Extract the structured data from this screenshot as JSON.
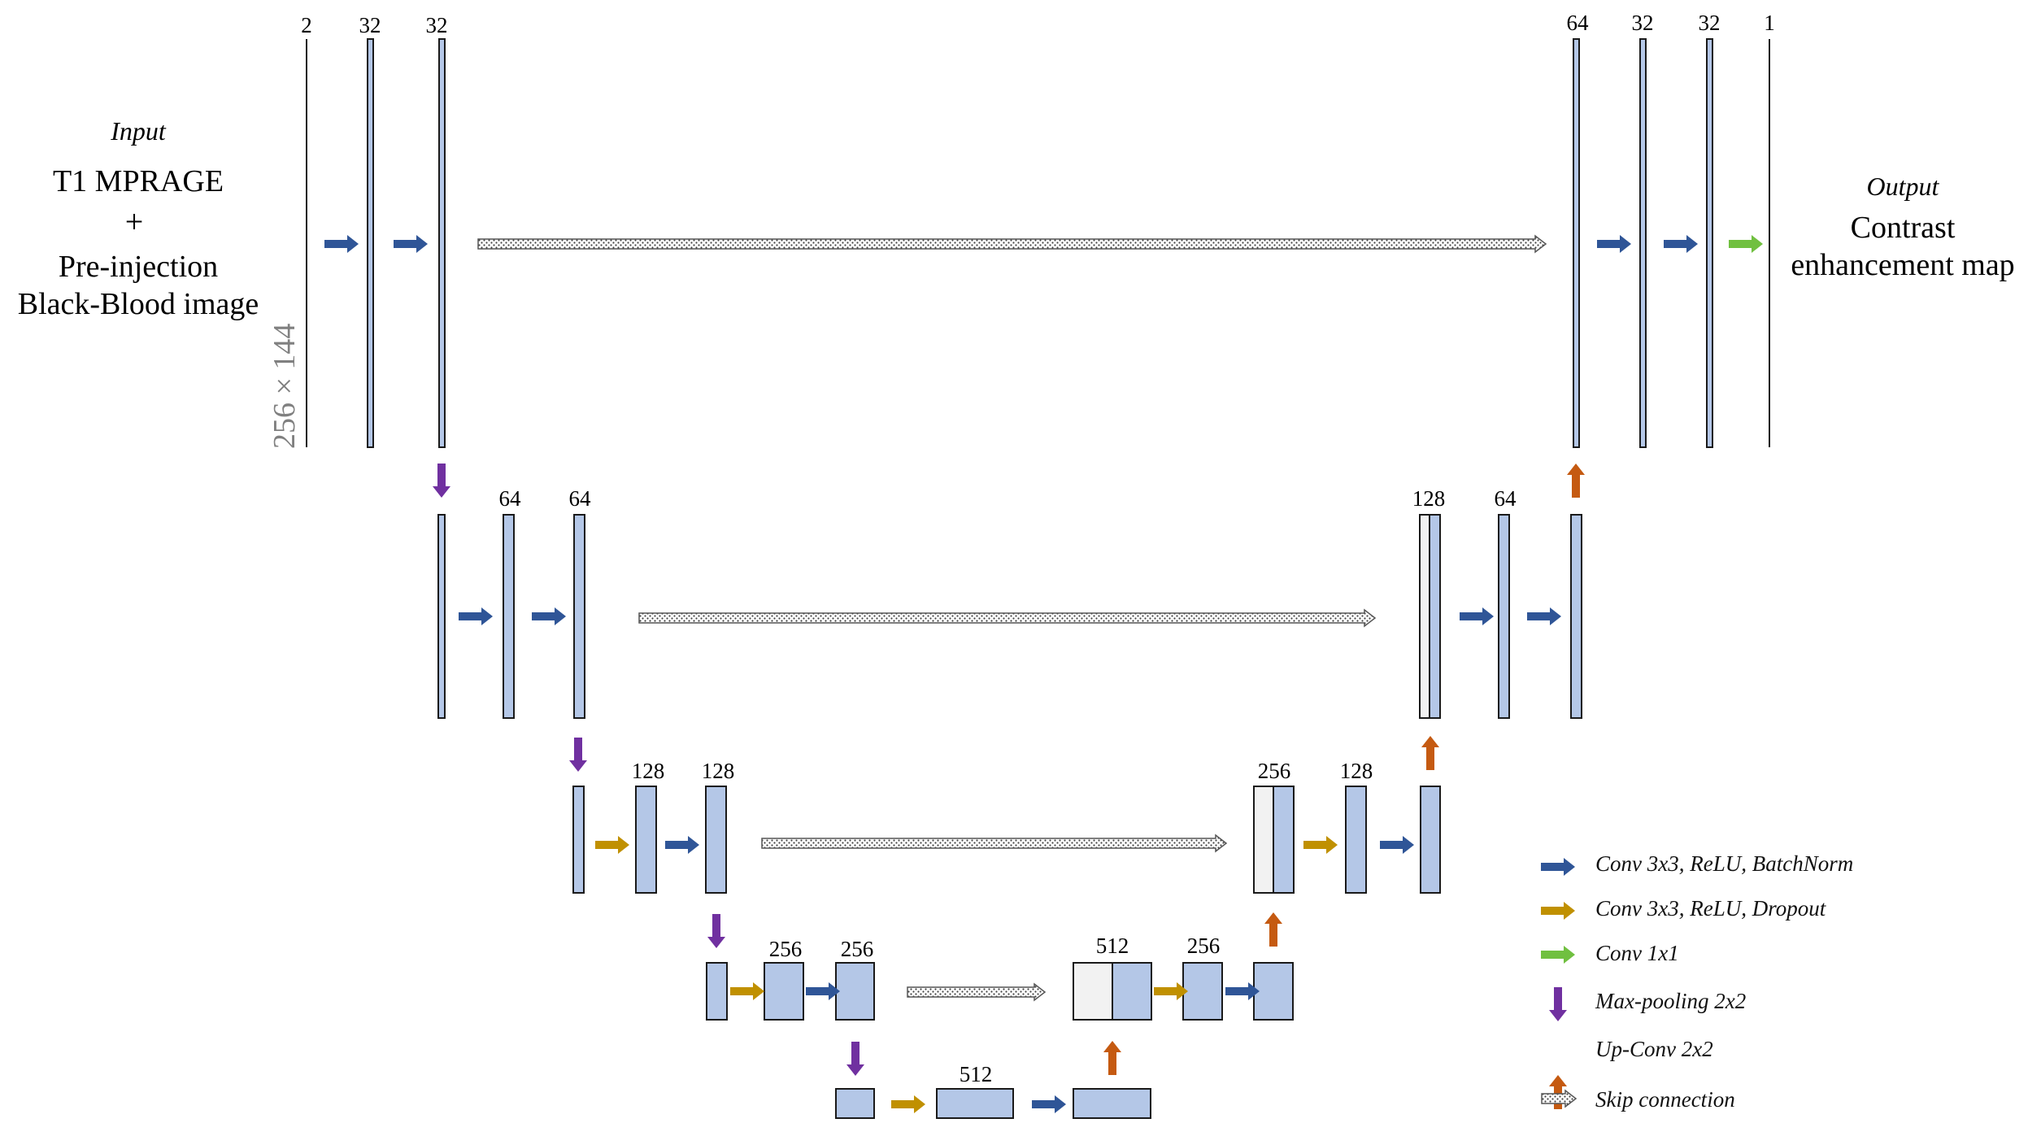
{
  "colors": {
    "block_fill": "#b4c7e7",
    "block_fill_light": "#f2f2f2",
    "block_stroke": "#1a1a1a",
    "conv_bn": "#2f5597",
    "conv_dropout": "#c09000",
    "conv_1x1": "#70c040",
    "max_pool": "#7030a0",
    "up_conv": "#c55a11",
    "skip": "#555555",
    "input_size_label": "#808080"
  },
  "input": {
    "heading": "Input",
    "line1": "T1 MPRAGE",
    "line2": "+",
    "line3": "Pre-injection",
    "line4": "Black-Blood image",
    "size": "256 × 144"
  },
  "output": {
    "heading": "Output",
    "line1": "Contrast",
    "line2": "enhancement map"
  },
  "channels": {
    "l1_in": "2",
    "l1_a": "32",
    "l1_b": "32",
    "l1_up": "64",
    "l1_c": "32",
    "l1_d": "32",
    "l1_out": "1",
    "l2_a": "64",
    "l2_b": "64",
    "l2_up": "128",
    "l2_c": "64",
    "l3_a": "128",
    "l3_b": "128",
    "l3_up": "256",
    "l3_c": "128",
    "l4_a": "256",
    "l4_b": "256",
    "l4_up": "512",
    "l4_c": "256",
    "l5": "512"
  },
  "legend": {
    "conv_bn": "Conv 3x3, ReLU, BatchNorm",
    "conv_dropout": "Conv 3x3, ReLU, Dropout",
    "conv_1x1": "Conv 1x1",
    "max_pool": "Max-pooling 2x2",
    "up_conv": "Up-Conv 2x2",
    "skip": "Skip connection"
  }
}
